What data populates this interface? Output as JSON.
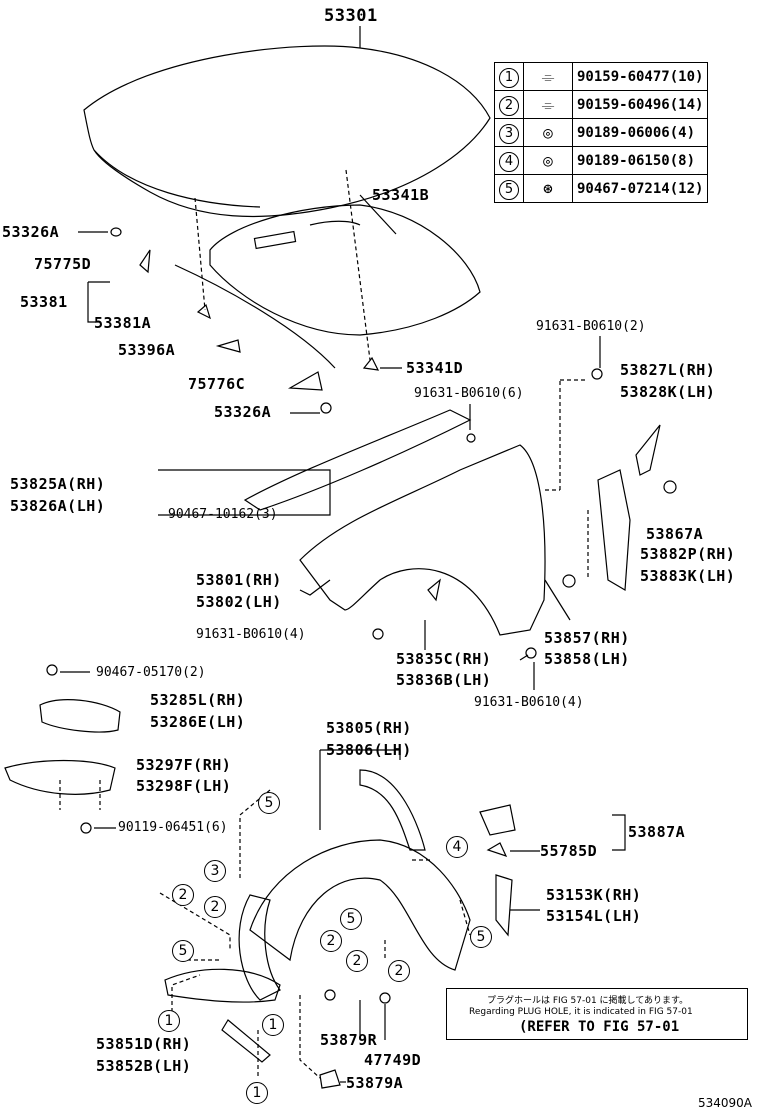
{
  "diagram": {
    "code": "534090A",
    "legend": [
      {
        "num": "1",
        "part": "90159-60477(10)"
      },
      {
        "num": "2",
        "part": "90159-60496(14)"
      },
      {
        "num": "3",
        "part": "90189-06006(4)"
      },
      {
        "num": "4",
        "part": "90189-06150(8)"
      },
      {
        "num": "5",
        "part": "90467-07214(12)"
      }
    ],
    "labels": {
      "p53301": "53301",
      "p53341b": "53341B",
      "p53326a_1": "53326A",
      "p75775d": "75775D",
      "p53381": "53381",
      "p53381a": "53381A",
      "p53396a": "53396A",
      "p53341d": "53341D",
      "p75776c": "75776C",
      "p53326a_2": "53326A",
      "p91631_top": "91631-B0610(2)",
      "p53827l": "53827L(RH)",
      "p53828k": "53828K(LH)",
      "p91631_6": "91631-B0610(6)",
      "p53825a": "53825A(RH)",
      "p53826a": "53826A(LH)",
      "p90467_10162": "90467-10162(3)",
      "p53867a": "53867A",
      "p53882p": "53882P(RH)",
      "p53883k": "53883K(LH)",
      "p53801": "53801(RH)",
      "p53802": "53802(LH)",
      "p91631_4a": "91631-B0610(4)",
      "p53857": "53857(RH)",
      "p53858": "53858(LH)",
      "p53835c": "53835C(RH)",
      "p53836b": "53836B(LH)",
      "p90467_05170": "90467-05170(2)",
      "p91631_4b": "91631-B0610(4)",
      "p53285l": "53285L(RH)",
      "p53286e": "53286E(LH)",
      "p53805": "53805(RH)",
      "p53806": "53806(LH)",
      "p53297f": "53297F(RH)",
      "p53298f": "53298F(LH)",
      "p53887a": "53887A",
      "p90119": "90119-06451(6)",
      "p55785d": "55785D",
      "p53153k": "53153K(RH)",
      "p53154l": "53154L(LH)",
      "p53851d": "53851D(RH)",
      "p53852b": "53852B(LH)",
      "p53879r": "53879R",
      "p47749d": "47749D",
      "p53879a": "53879A"
    },
    "markers": [
      "5",
      "4",
      "3",
      "2",
      "2",
      "5",
      "2",
      "2",
      "2",
      "5",
      "5",
      "1",
      "1",
      "1"
    ],
    "note": {
      "line1": "プラグホールは FIG 57-01 に掲載してあります。",
      "line2": "Regarding PLUG HOLE, it is indicated in FIG 57-01",
      "line3": "(REFER TO FIG 57-01"
    }
  }
}
